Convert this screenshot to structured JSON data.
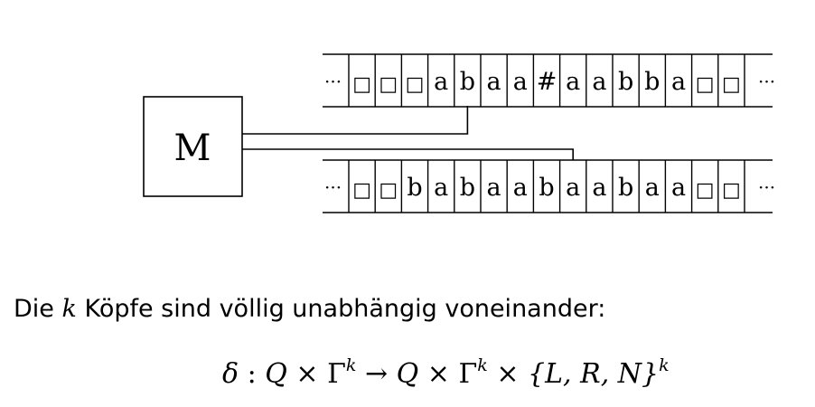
{
  "machine": {
    "label": "M"
  },
  "ellipsis": "···",
  "tapes": [
    {
      "cells": [
        "□",
        "□",
        "□",
        "a",
        "b",
        "a",
        "a",
        "#",
        "a",
        "a",
        "b",
        "b",
        "a",
        "□",
        "□"
      ],
      "head_index": 4
    },
    {
      "cells": [
        "□",
        "□",
        "b",
        "a",
        "b",
        "a",
        "a",
        "b",
        "a",
        "a",
        "b",
        "a",
        "a",
        "□",
        "□"
      ],
      "head_index": 8
    }
  ],
  "caption": {
    "before": "Die ",
    "var": "k",
    "after": " Köpfe sind völlig unabhängig voneinander:"
  },
  "formula": {
    "delta": "δ",
    "colon": " : ",
    "Q1": "Q",
    "times1": " × ",
    "Gamma1": "Γ",
    "k1": "k",
    "arrow": " → ",
    "Q2": "Q",
    "times2": " × ",
    "Gamma2": "Γ",
    "k2": "k",
    "times3": " × ",
    "set": "{L, R, N}",
    "k3": "k"
  }
}
